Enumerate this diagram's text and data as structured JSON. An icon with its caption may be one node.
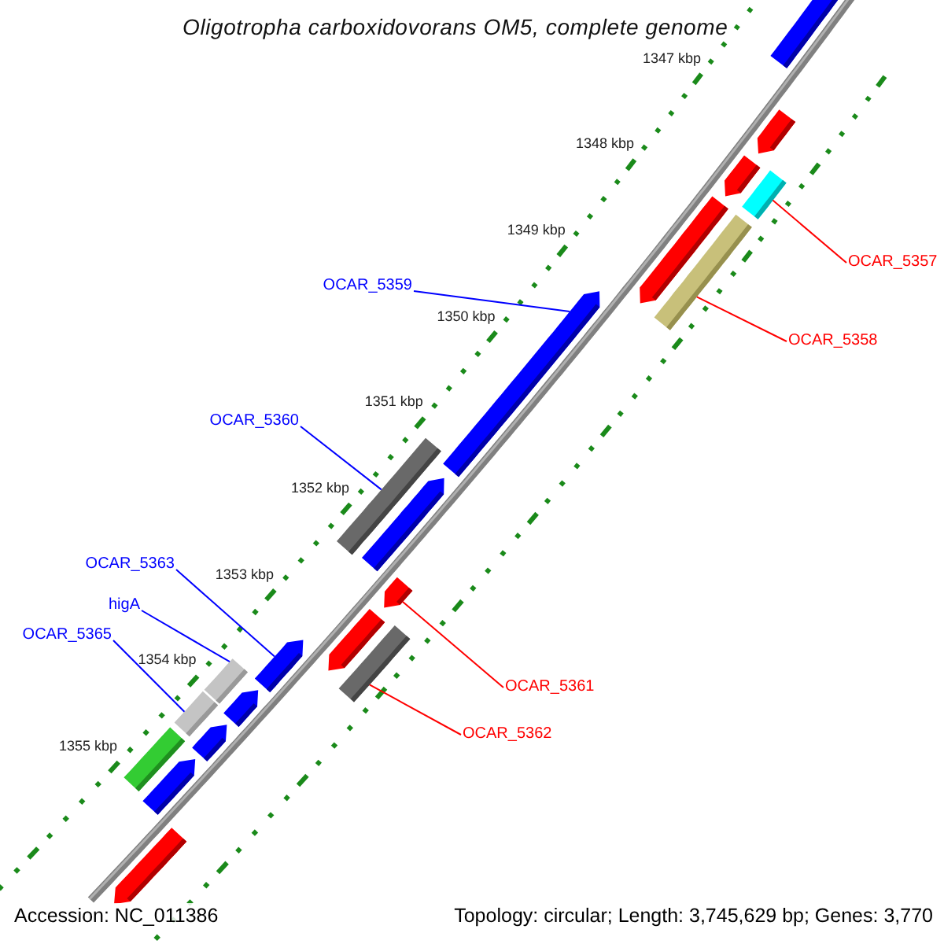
{
  "diagram": {
    "title": "Oligotropha carboxidovorans OM5, complete genome",
    "nodes": [
      {
        "text": [
          "OCAR_5357"
        ]
      },
      {
        "text": [
          "OCAR_5358"
        ]
      },
      {
        "text": [
          "OCAR_5359"
        ]
      },
      {
        "text": [
          "OCAR_5360"
        ]
      },
      {
        "text": [
          "OCAR_5363"
        ]
      },
      {
        "text": [
          "higA"
        ]
      },
      {
        "text": [
          "OCAR_5365"
        ]
      },
      {
        "text": [
          "OCAR_5361"
        ]
      },
      {
        "text": [
          "OCAR_5362"
        ]
      },
      {
        "text": [],
        "shape": "pentagon"
      },
      {
        "text": [],
        "shape": "pentagon"
      },
      {
        "text": [],
        "shape": "pentagon"
      },
      {
        "text": [],
        "shape": "bar"
      },
      {
        "text": [],
        "shape": "pentagon"
      },
      {
        "text": [],
        "shape": "bar"
      },
      {
        "text": [],
        "shape": "pentagon"
      },
      {
        "text": [],
        "shape": "bar"
      },
      {
        "text": [],
        "shape": "pentagon"
      },
      {
        "text": [],
        "shape": "pentagon"
      },
      {
        "text": [],
        "shape": "pentagon"
      },
      {
        "text": [],
        "shape": "bar"
      },
      {
        "text": [],
        "shape": "pentagon"
      },
      {
        "text": [],
        "shape": "bar"
      },
      {
        "text": [],
        "shape": "pentagon"
      },
      {
        "text": [],
        "shape": "bar"
      },
      {
        "text": [],
        "shape": "pentagon"
      },
      {
        "text": [],
        "shape": "bar"
      },
      {
        "text": [],
        "shape": "pentagon"
      },
      {
        "text": [],
        "shape": "pentagon"
      }
    ],
    "edges": [
      {
        "from": 0,
        "to": 12,
        "arrow": "none",
        "color": "#ff0000"
      },
      {
        "from": 1,
        "to": 14,
        "arrow": "none",
        "color": "#ff0000"
      },
      {
        "from": 2,
        "to": 15,
        "arrow": "none"
      },
      {
        "from": 3,
        "to": 16,
        "arrow": "none"
      },
      {
        "from": 4,
        "to": 21,
        "arrow": "none"
      },
      {
        "from": 5,
        "to": 22,
        "arrow": "none"
      },
      {
        "from": 6,
        "to": 24,
        "arrow": "none"
      },
      {
        "from": 7,
        "to": 18,
        "arrow": "none",
        "color": "#ff0000"
      },
      {
        "from": 8,
        "to": 20,
        "arrow": "none",
        "color": "#ff0000"
      }
    ],
    "labels": [
      "1347 kbp",
      "1348 kbp",
      "1349 kbp",
      "1350 kbp",
      "1351 kbp",
      "1352 kbp",
      "1353 kbp",
      "1354 kbp",
      "1355 kbp",
      "Accession: NC_011386",
      "Topology: circular; Length: 3,745,629 bp; Genes: 3,770"
    ]
  }
}
